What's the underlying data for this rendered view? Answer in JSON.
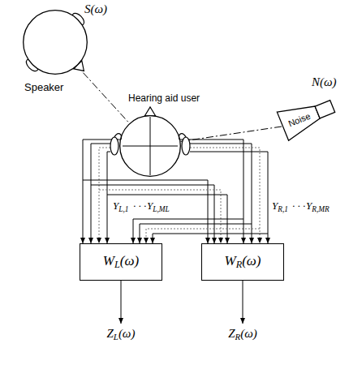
{
  "diagram": {
    "nodes": [
      {
        "text": [
          "S(ω)",
          "Speaker"
        ]
      },
      {
        "text": [
          "N(ω)",
          "Noise"
        ]
      },
      {
        "text": [
          "Hearing aid user"
        ]
      },
      {
        "text": [
          "WL(ω)"
        ]
      },
      {
        "text": [
          "WR(ω)"
        ]
      }
    ],
    "edges": [
      {
        "from": 0,
        "to": 2,
        "arrow": "none"
      },
      {
        "from": 1,
        "to": 2,
        "arrow": "none"
      },
      {
        "from": 2,
        "to": 3,
        "arrow": "to"
      },
      {
        "from": 2,
        "to": 4,
        "arrow": "to"
      }
    ],
    "labels": [
      "YL,1",
      "· · ·",
      "YL,ML",
      "YR,1",
      "· · ·",
      "YR,MR",
      "ZL(ω)",
      "ZR(ω)"
    ]
  }
}
